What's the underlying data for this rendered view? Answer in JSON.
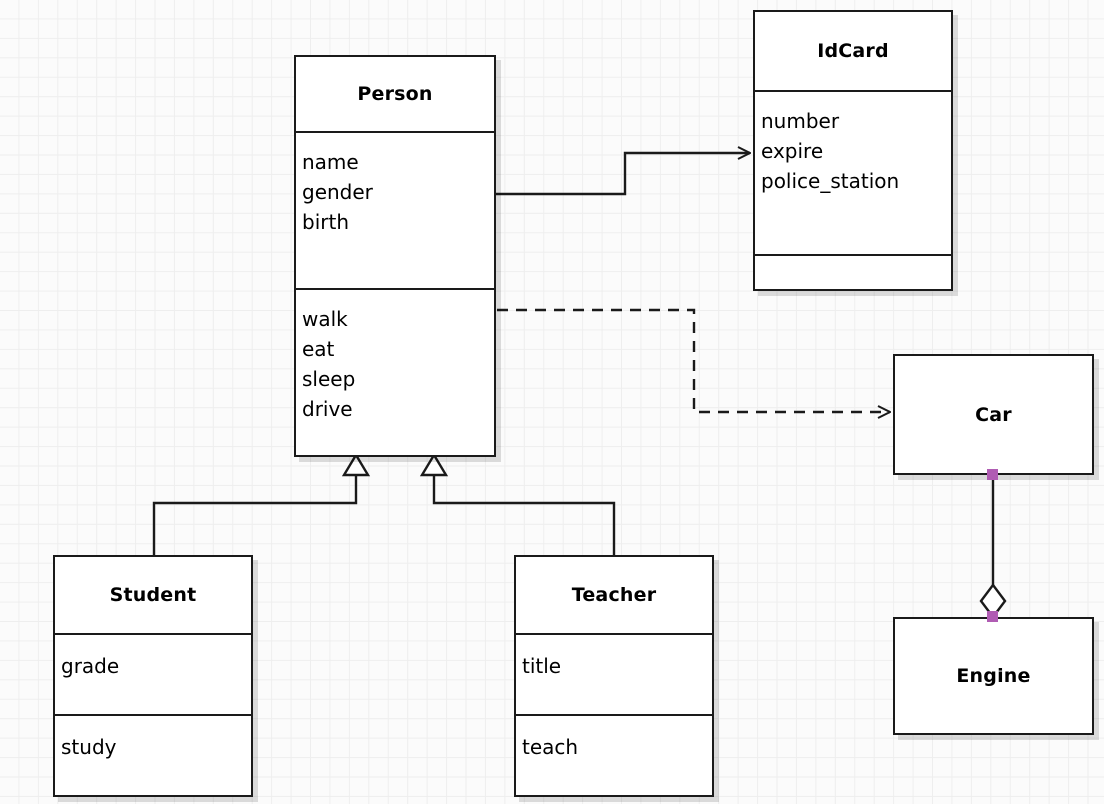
{
  "diagram": {
    "kind": "uml-class-diagram",
    "background_color": "#fbfbfb",
    "grid_color": "#eeeeee",
    "line_color": "#1a1a1a",
    "handle_color": "#b05cb3"
  },
  "classes": {
    "person": {
      "name": "Person",
      "attributes": [
        "name",
        "gender",
        "birth"
      ],
      "methods": [
        "walk",
        "eat",
        "sleep",
        "drive"
      ]
    },
    "idcard": {
      "name": "IdCard",
      "attributes": [
        "number",
        "expire",
        "police_station"
      ],
      "methods": []
    },
    "student": {
      "name": "Student",
      "attributes": [
        "grade"
      ],
      "methods": [
        "study"
      ]
    },
    "teacher": {
      "name": "Teacher",
      "attributes": [
        "title"
      ],
      "methods": [
        "teach"
      ]
    },
    "car": {
      "name": "Car"
    },
    "engine": {
      "name": "Engine"
    }
  },
  "relations": [
    {
      "id": "person-idcard",
      "type": "association",
      "style": "solid",
      "arrow": "open",
      "from": "Person",
      "to": "IdCard"
    },
    {
      "id": "person-car",
      "type": "dependency",
      "style": "dashed",
      "arrow": "open",
      "from": "Person",
      "to": "Car"
    },
    {
      "id": "student-person",
      "type": "generalization",
      "style": "solid",
      "arrow": "hollow-triangle",
      "from": "Student",
      "to": "Person"
    },
    {
      "id": "teacher-person",
      "type": "generalization",
      "style": "solid",
      "arrow": "hollow-triangle",
      "from": "Teacher",
      "to": "Person"
    },
    {
      "id": "car-engine",
      "type": "aggregation",
      "style": "solid",
      "arrow": "hollow-diamond",
      "from": "Car",
      "to": "Engine",
      "selected": true
    }
  ]
}
